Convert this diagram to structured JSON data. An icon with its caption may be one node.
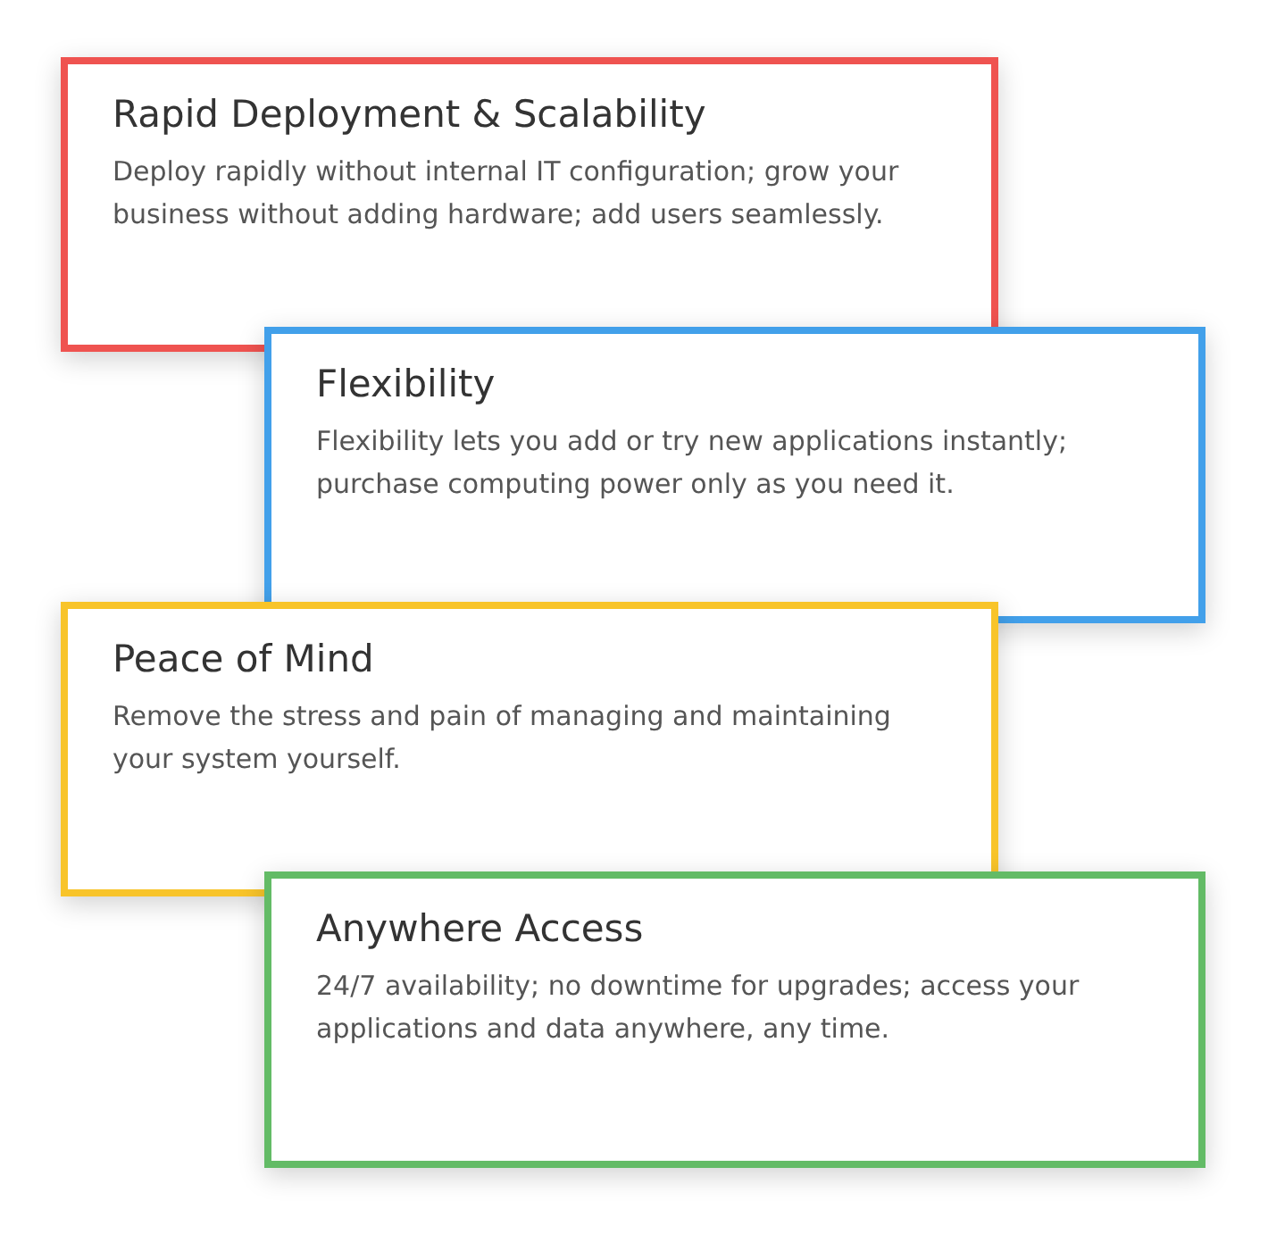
{
  "diagram": {
    "nodes": [
      {
        "text": [
          "Rapid Deployment & Scalability",
          "Deploy rapidly without internal IT configuration; grow your business without adding hardware; add users seamlessly."
        ]
      },
      {
        "text": [
          "Flexibility",
          "Flexibility lets you add or try new applications instantly; purchase computing power only as you need it."
        ]
      },
      {
        "text": [
          "Peace of Mind",
          "Remove the stress and pain of managing and maintaining your system yourself."
        ]
      },
      {
        "text": [
          "Anywhere Access",
          "24/7 availability; no downtime for upgrades; access your applications and data anywhere, any time."
        ]
      }
    ]
  }
}
